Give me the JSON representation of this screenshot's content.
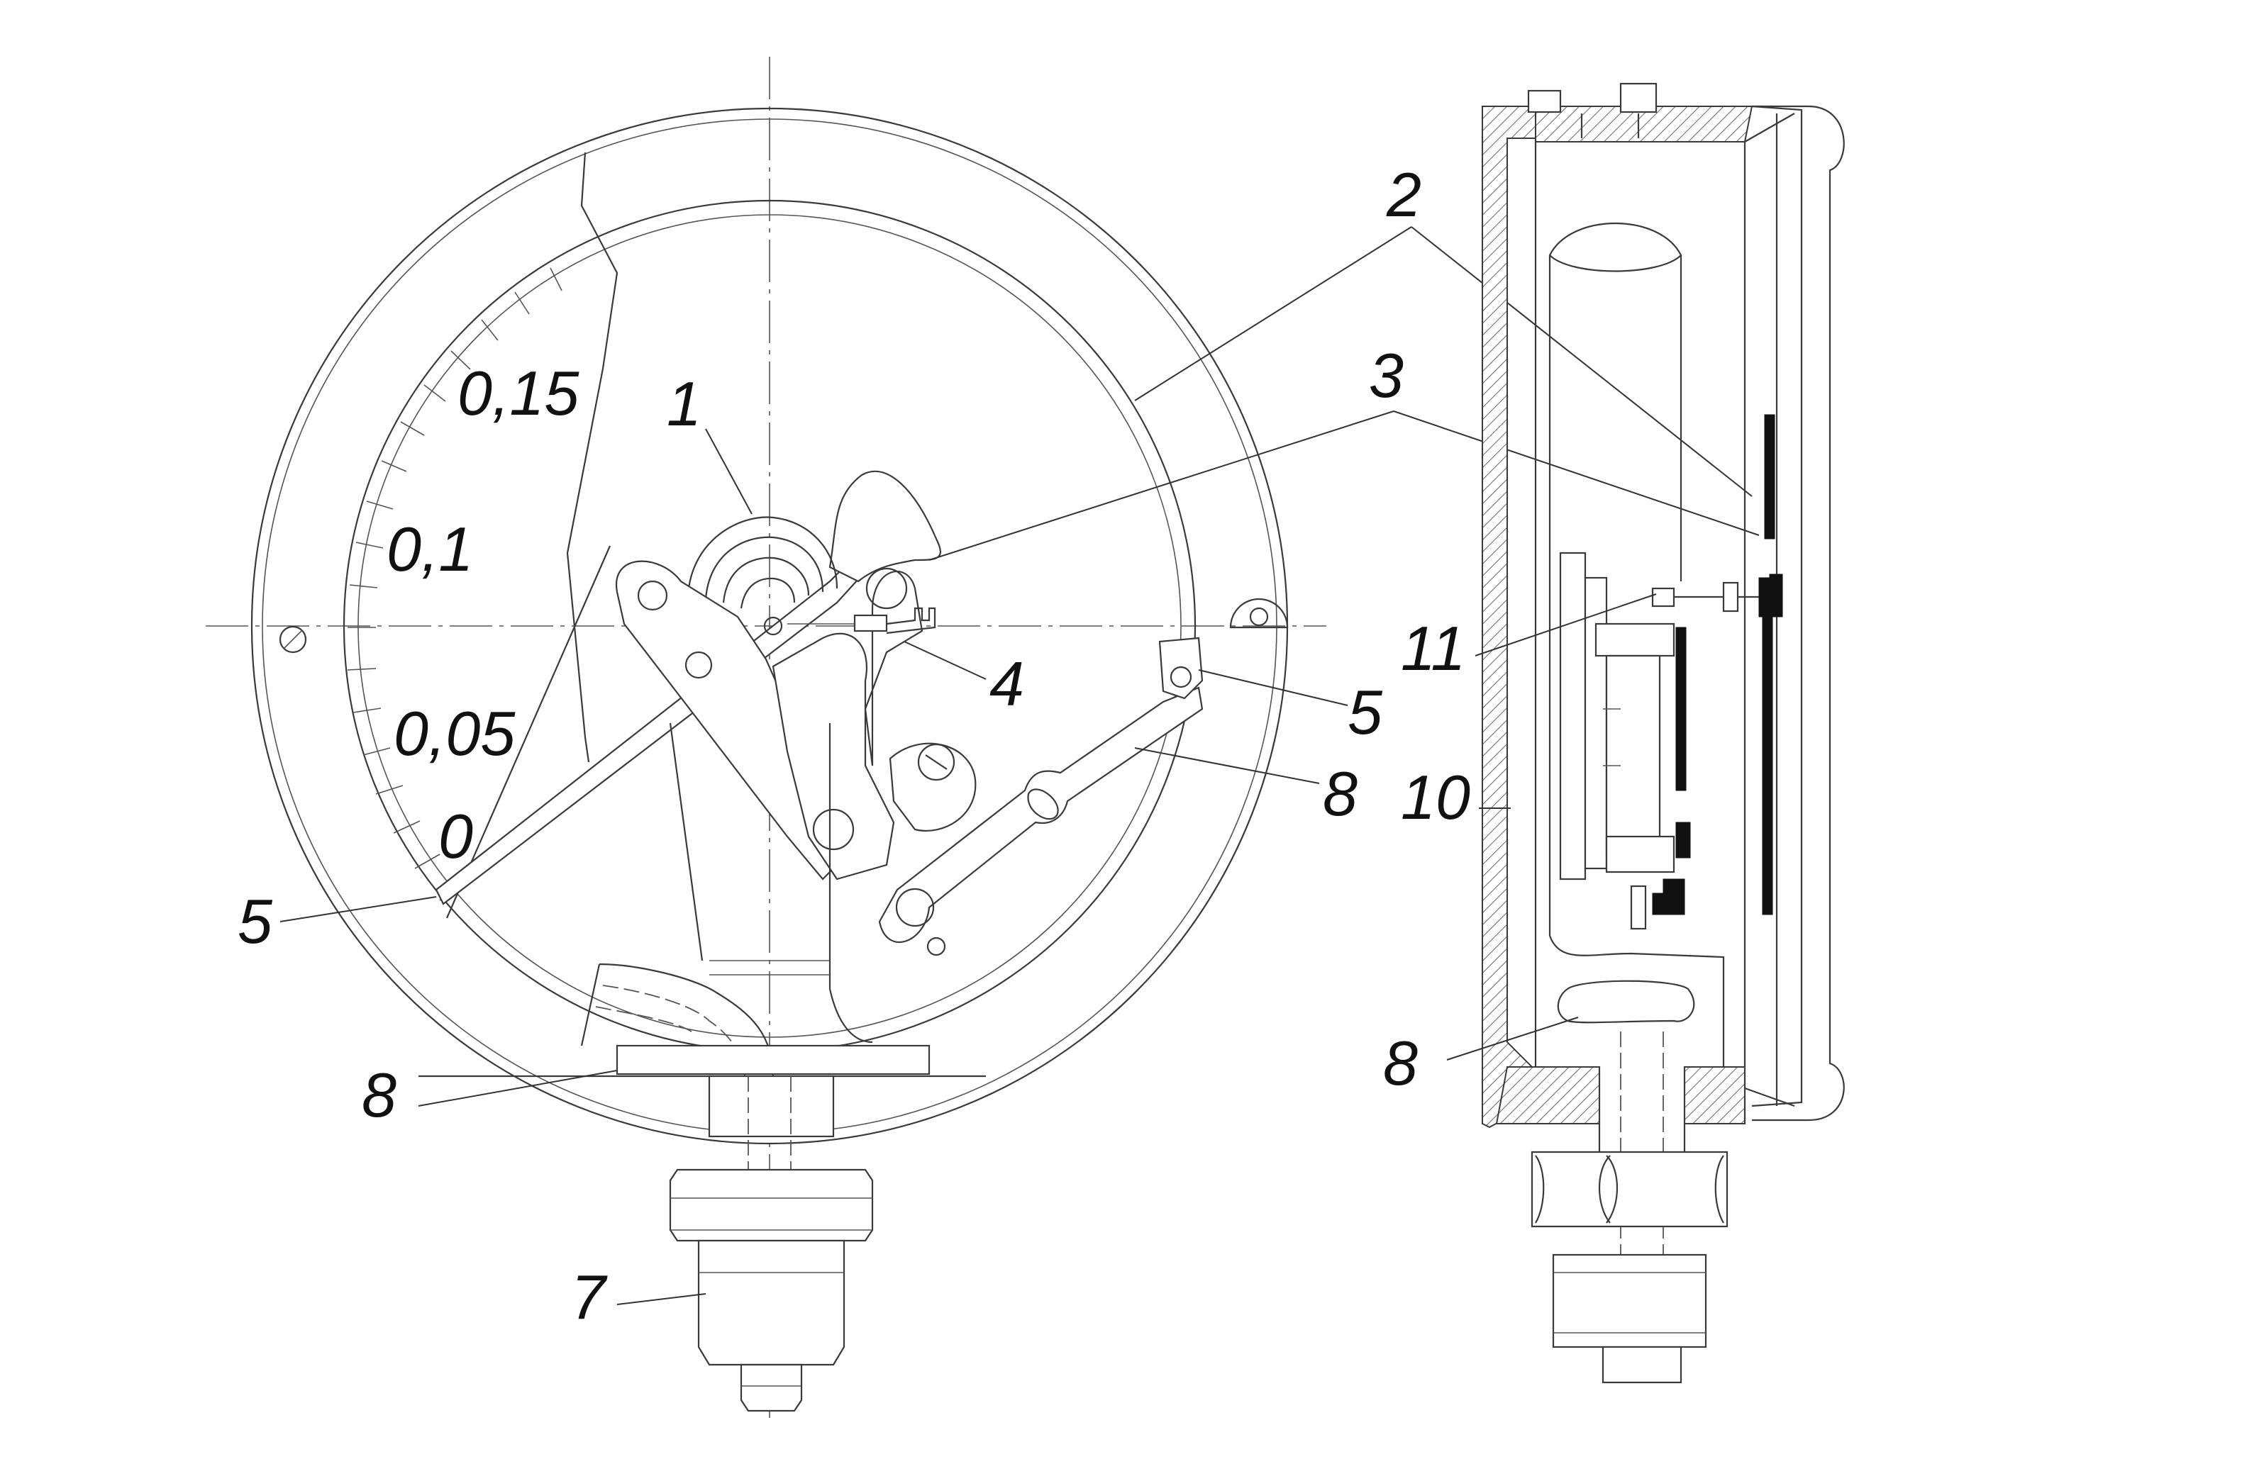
{
  "scale": {
    "label_0": "0",
    "label_005": "0,05",
    "label_01": "0,1",
    "label_015": "0,15"
  },
  "callouts": {
    "c1": "1",
    "c2": "2",
    "c3": "3",
    "c4": "4",
    "c5_right": "5",
    "c5_left": "5",
    "c8_front_right": "8",
    "c8_front_left": "8",
    "c7": "7",
    "c11": "11",
    "c10": "10",
    "c8_side": "8"
  }
}
